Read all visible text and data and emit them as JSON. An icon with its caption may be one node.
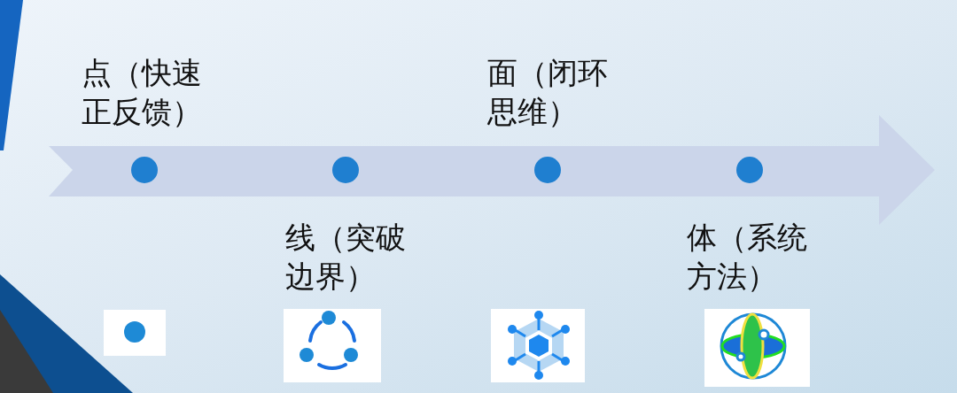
{
  "diagram": {
    "labels": [
      "点（快速正反馈）",
      "线（突破边界）",
      "面（闭环思维）",
      "体（系统方法）"
    ]
  }
}
